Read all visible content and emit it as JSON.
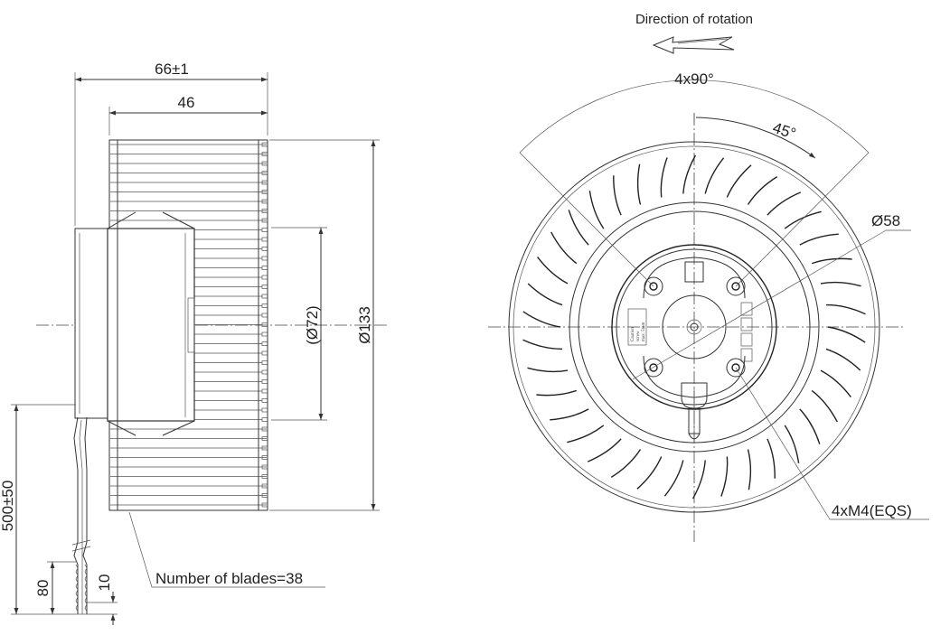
{
  "dimensions": {
    "overall_length": "66±1",
    "impeller_width": "46",
    "motor_diameter": "(Ø72)",
    "outer_diameter": "Ø133",
    "cable_length": "500±50",
    "cable_strip": "80",
    "wire_strip": "10",
    "blade_count": "Number of blades=38",
    "hub_diameter": "Ø58",
    "mounting_holes": "4xM4(EQS)",
    "hole_pattern": "4x90°",
    "hole_offset": "45°",
    "rotation": "Direction of rotation"
  },
  "label_plate": {
    "line1": "Caution",
    "line2": "screw",
    "line3": "max. 5mm"
  },
  "colors": {
    "line": "#333333",
    "text": "#222222",
    "background": "#ffffff"
  }
}
